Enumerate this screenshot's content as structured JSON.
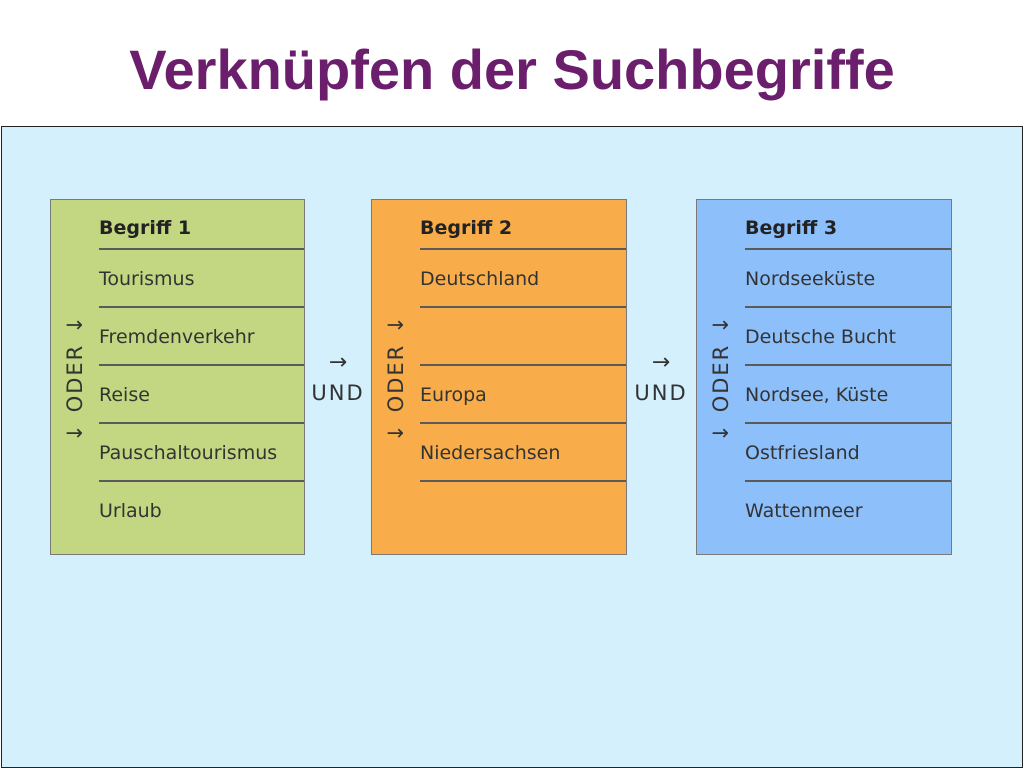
{
  "title": "Verknüpfen der Suchbegriffe",
  "operators": {
    "or": "ODER",
    "and": "UND",
    "arrow_down": "↓",
    "arrow_right": "→"
  },
  "columns": [
    {
      "header": "Begriff 1",
      "color": "#c3d681",
      "terms": [
        "Tourismus",
        "Fremdenverkehr",
        "Reise",
        "Pauschaltourismus",
        "Urlaub"
      ]
    },
    {
      "header": "Begriff 2",
      "color": "#f9ad4a",
      "terms": [
        "Deutschland",
        "",
        "Europa",
        "Niedersachsen",
        ""
      ]
    },
    {
      "header": "Begriff 3",
      "color": "#8dbffb",
      "terms": [
        "Nordseeküste",
        "Deutsche Bucht",
        "Nordsee, Küste",
        "Ostfriesland",
        "Wattenmeer"
      ]
    }
  ],
  "colors": {
    "title": "#6b1e6b",
    "panel_background": "#d4f0fc"
  }
}
